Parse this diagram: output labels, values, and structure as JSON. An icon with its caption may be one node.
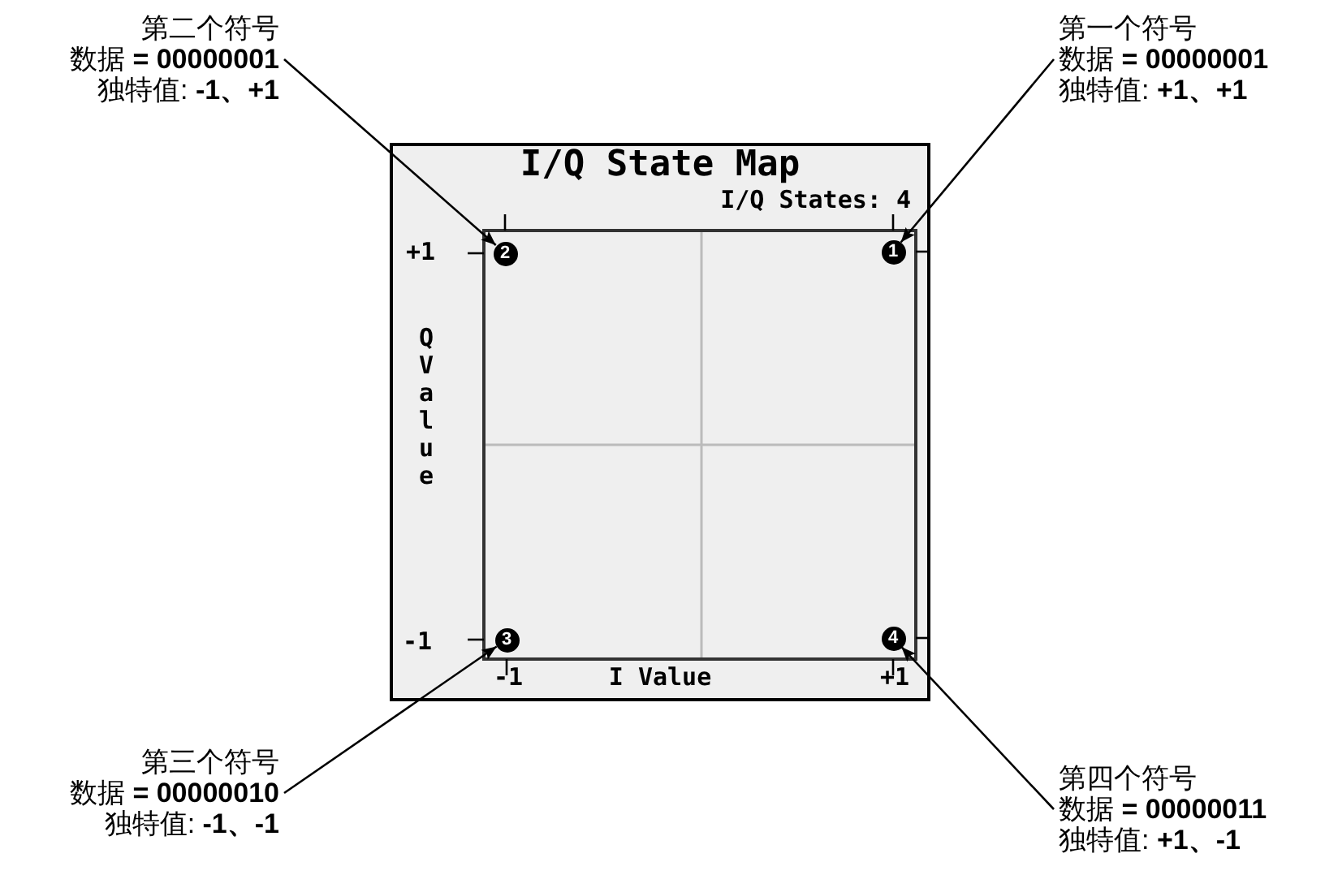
{
  "diagram": {
    "nodes": [
      {
        "text": [
          "第二个符号",
          "数据 **= 00000001**",
          "独特值: **-1、+1**"
        ]
      },
      {
        "text": [
          "第一个符号",
          "数据 **= 00000001**",
          "独特值: **+1、+1**"
        ]
      },
      {
        "text": [
          "I/Q State Map",
          "I/Q States: 4"
        ]
      },
      {
        "text": [
          "2"
        ],
        "in": 2
      },
      {
        "text": [
          "1"
        ],
        "in": 2
      },
      {
        "text": [
          "3"
        ],
        "in": 2
      },
      {
        "text": [
          "4"
        ],
        "in": 2
      },
      {
        "text": [
          "第三个符号",
          "数据 **= 00000010**",
          "独特值: **-1、-1**"
        ]
      },
      {
        "text": [
          "第四个符号",
          "数据 **= 00000011**",
          "独特值: **+1、-1**"
        ]
      }
    ],
    "edges": [
      {
        "from": 0,
        "to": 3,
        "arrow": "to"
      },
      {
        "from": 1,
        "to": 4,
        "arrow": "to"
      },
      {
        "from": 7,
        "to": 5,
        "arrow": "to"
      },
      {
        "from": 8,
        "to": 6,
        "arrow": "to"
      }
    ],
    "labels": [
      "+1",
      "Q Value",
      "-1",
      "-1",
      "I Value",
      "+1"
    ]
  }
}
